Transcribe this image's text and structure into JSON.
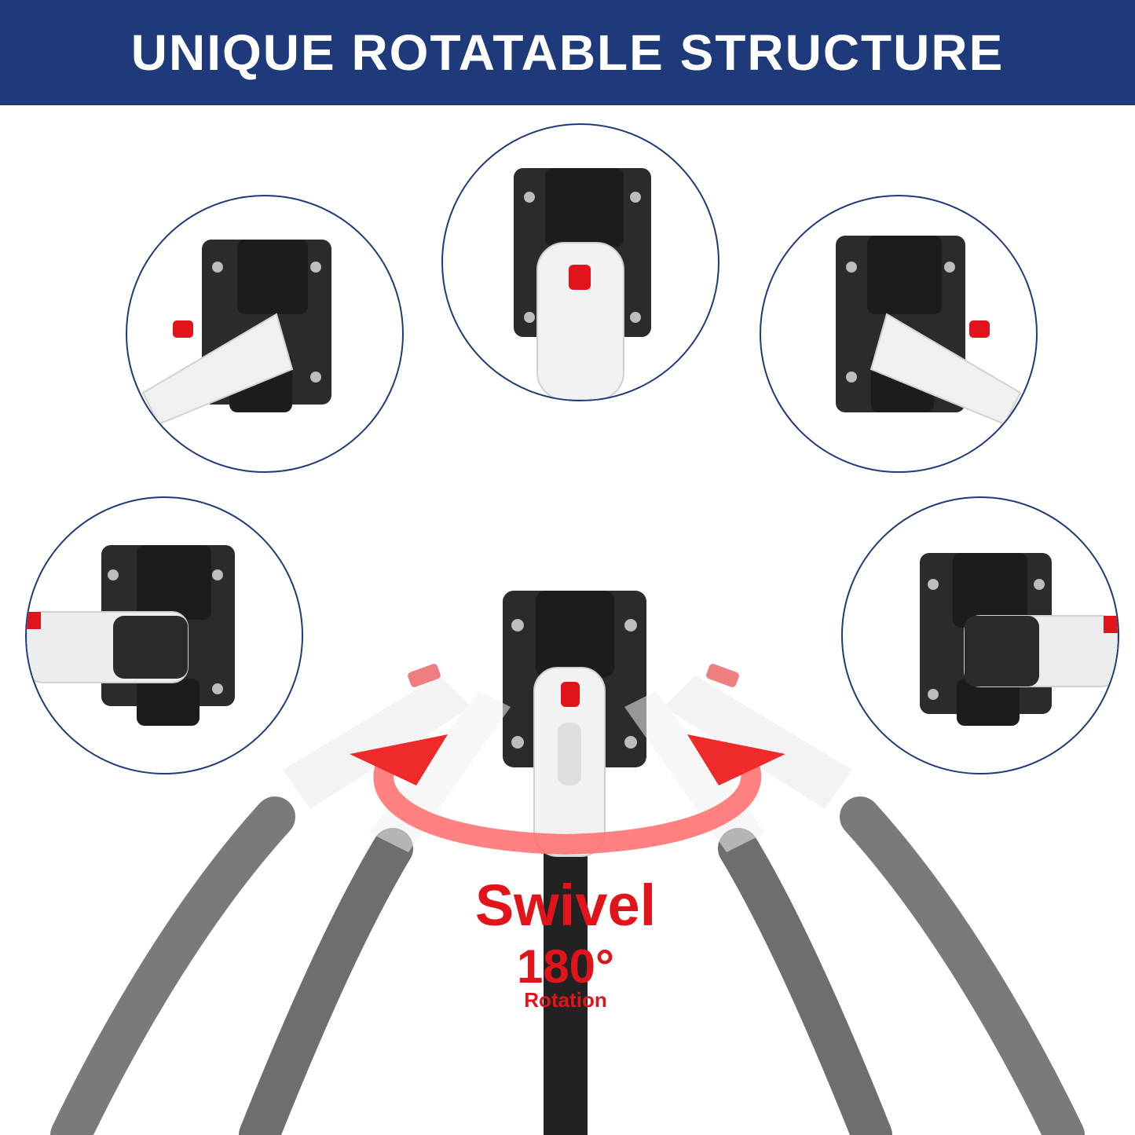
{
  "header": {
    "title": "UNIQUE ROTATABLE STRUCTURE"
  },
  "callout": {
    "swivel": "Swivel",
    "angle": "180°",
    "rotation": "Rotation"
  },
  "colors": {
    "banner": "#1f3a7a",
    "accent_red": "#e2141b",
    "bracket": "#2b2b2b",
    "handle": "#ededed",
    "cable": "#5c5c5c"
  },
  "icons": [
    "curved-double-arrow-icon",
    "screw-icon"
  ]
}
